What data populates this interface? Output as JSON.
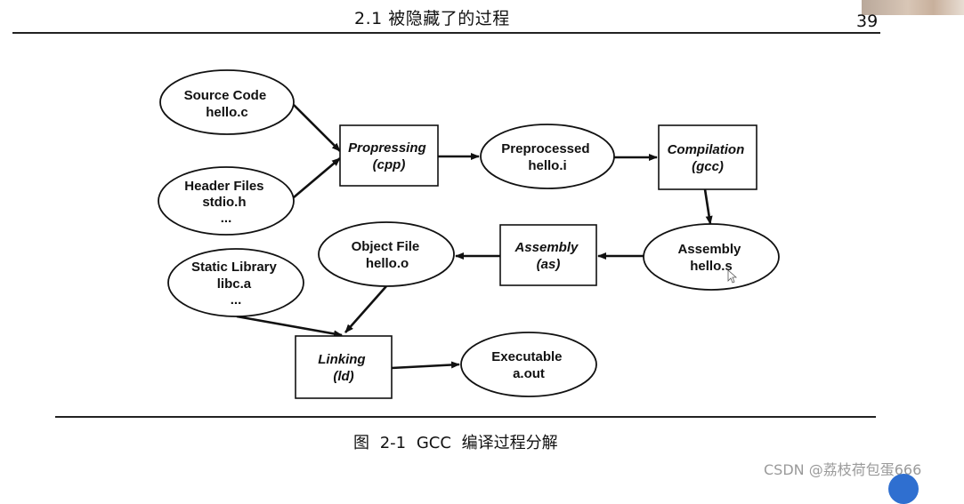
{
  "header": {
    "title": "2.1   被隐藏了的过程",
    "page_number": "39"
  },
  "caption": "图 2-1   GCC 编译过程分解",
  "watermark": "CSDN @荔枝荷包蛋666",
  "diagram": {
    "nodes": [
      {
        "id": "source-code",
        "shape": "ellipse",
        "lines": [
          "Source Code",
          "hello.c"
        ]
      },
      {
        "id": "header-files",
        "shape": "ellipse",
        "lines": [
          "Header Files",
          "stdio.h",
          "..."
        ]
      },
      {
        "id": "propressing",
        "shape": "box",
        "lines": [
          "Propressing",
          "(cpp)"
        ]
      },
      {
        "id": "preprocessed",
        "shape": "ellipse",
        "lines": [
          "Preprocessed",
          "hello.i"
        ]
      },
      {
        "id": "compilation",
        "shape": "box",
        "lines": [
          "Compilation",
          "(gcc)"
        ]
      },
      {
        "id": "assembly-file",
        "shape": "ellipse",
        "lines": [
          "Assembly",
          "hello.s"
        ]
      },
      {
        "id": "assembly-step",
        "shape": "box",
        "lines": [
          "Assembly",
          "(as)"
        ]
      },
      {
        "id": "object-file",
        "shape": "ellipse",
        "lines": [
          "Object File",
          "hello.o"
        ]
      },
      {
        "id": "static-library",
        "shape": "ellipse",
        "lines": [
          "Static Library",
          "libc.a",
          "..."
        ]
      },
      {
        "id": "linking",
        "shape": "box",
        "lines": [
          "Linking",
          "(ld)"
        ]
      },
      {
        "id": "executable",
        "shape": "ellipse",
        "lines": [
          "Executable",
          "a.out"
        ]
      }
    ],
    "edges": [
      {
        "from": "source-code",
        "to": "propressing"
      },
      {
        "from": "header-files",
        "to": "propressing"
      },
      {
        "from": "propressing",
        "to": "preprocessed"
      },
      {
        "from": "preprocessed",
        "to": "compilation"
      },
      {
        "from": "compilation",
        "to": "assembly-file"
      },
      {
        "from": "assembly-file",
        "to": "assembly-step"
      },
      {
        "from": "assembly-step",
        "to": "object-file"
      },
      {
        "from": "object-file",
        "to": "linking"
      },
      {
        "from": "static-library",
        "to": "linking"
      },
      {
        "from": "linking",
        "to": "executable"
      }
    ]
  }
}
